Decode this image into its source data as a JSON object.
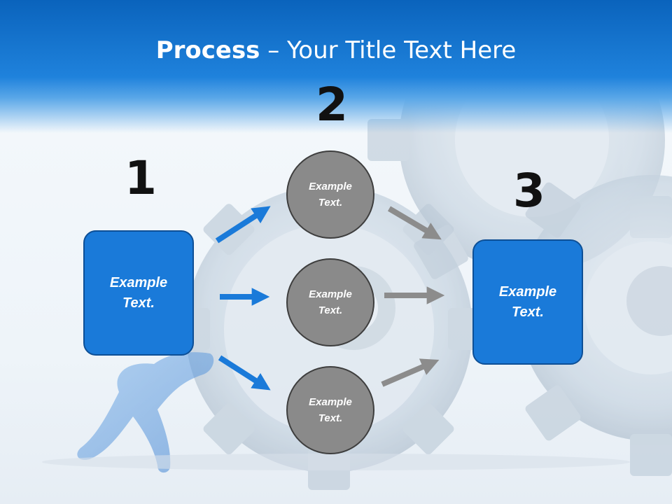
{
  "title": {
    "bold": "Process",
    "rest": " – Your Title Text Here"
  },
  "steps": [
    {
      "number": "1",
      "box_text_line1": "Example",
      "box_text_line2": "Text."
    },
    {
      "number": "2"
    },
    {
      "number": "3",
      "box_text_line1": "Example",
      "box_text_line2": "Text."
    }
  ],
  "circles": [
    {
      "line1": "Example",
      "line2": "Text."
    },
    {
      "line1": "Example",
      "line2": "Text."
    },
    {
      "line1": "Example",
      "line2": "Text."
    }
  ],
  "colors": {
    "accent": "#1a7ad9",
    "header": "#0a63bc",
    "circle": "#8a8a8a",
    "arrow_gray": "#8c8c8c"
  }
}
